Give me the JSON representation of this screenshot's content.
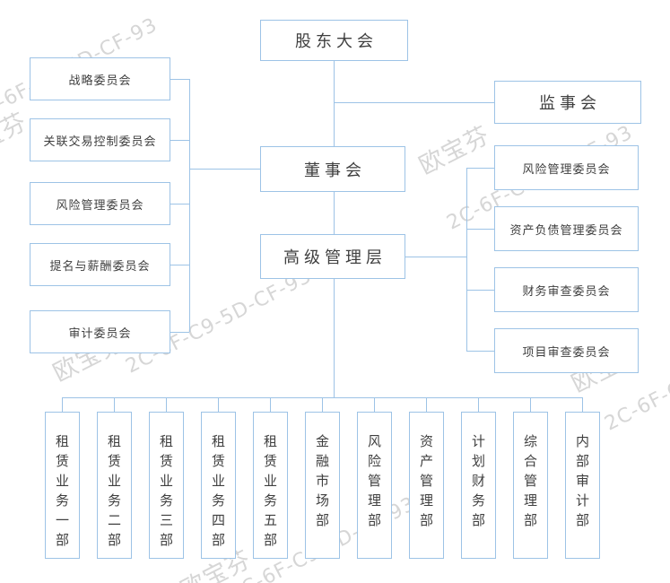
{
  "chart": {
    "top": "股东大会",
    "board": "董事会",
    "management": "高级管理层",
    "supervisory": "监事会",
    "left_committees": [
      "战略委员会",
      "关联交易控制委员会",
      "风险管理委员会",
      "提名与薪酬委员会",
      "审计委员会"
    ],
    "right_committees": [
      "风险管理委员会",
      "资产负债管理委员会",
      "财务审查委员会",
      "项目审查委员会"
    ],
    "departments": [
      "租赁业务一部",
      "租赁业务二部",
      "租赁业务三部",
      "租赁业务四部",
      "租赁业务五部",
      "金融市场部",
      "风险管理部",
      "资产管理部",
      "计划财务部",
      "综合管理部",
      "内部审计部"
    ]
  },
  "watermark": {
    "name": "欧宝芬",
    "code": "2C-6F-C9-5D-CF-93"
  },
  "colors": {
    "border": "#9dc3e6",
    "line": "#9dc3e6",
    "text": "#3f3f3f",
    "watermark": "#d6d6d6"
  }
}
